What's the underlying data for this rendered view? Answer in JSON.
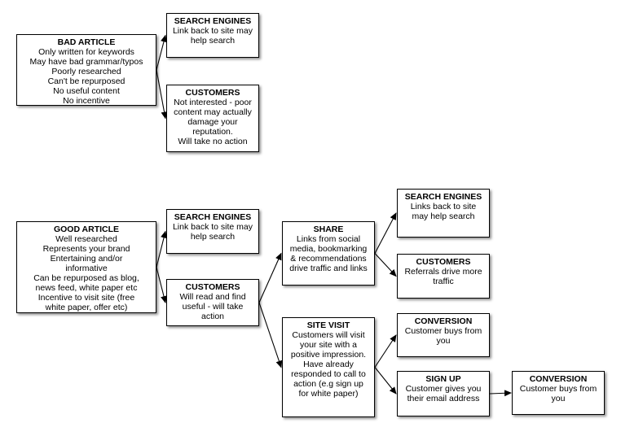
{
  "nodes": {
    "bad_article": {
      "title": "BAD ARTICLE",
      "lines": "Only written for keywords\nMay have bad grammar/typos\nPoorly researched\nCan't be repurposed\nNo useful content\nNo incentive"
    },
    "bad_search_engines": {
      "title": "SEARCH ENGINES",
      "lines": "Link back to site may\nhelp search"
    },
    "bad_customers": {
      "title": "CUSTOMERS",
      "lines": "Not interested - poor\ncontent may actually\ndamage your\nreputation.\nWill take no action"
    },
    "good_article": {
      "title": "GOOD ARTICLE",
      "lines": "Well researched\nRepresents your brand\nEntertaining and/or\ninformative\nCan be repurposed as blog,\nnews feed, white paper etc\nIncentive to visit site (free\nwhite paper, offer etc)"
    },
    "good_search_engines": {
      "title": "SEARCH ENGINES",
      "lines": "Link back to site may\nhelp search"
    },
    "good_customers": {
      "title": "CUSTOMERS",
      "lines": "Will read and find\nuseful - will take\naction"
    },
    "share": {
      "title": "SHARE",
      "lines": "Links from social\nmedia, bookmarking\n& recommendations\ndrive traffic and links"
    },
    "site_visit": {
      "title": "SITE VISIT",
      "lines": "Customers will visit\nyour site with a\npositive impression.\nHave already\nresponded to call to\naction (e.g sign up\nfor white paper)"
    },
    "share_search_engines": {
      "title": "SEARCH ENGINES",
      "lines": "Links back to site\nmay help search"
    },
    "share_customers": {
      "title": "CUSTOMERS",
      "lines": "Referrals drive more\ntraffic"
    },
    "conversion_1": {
      "title": "CONVERSION",
      "lines": "Customer buys from\nyou"
    },
    "sign_up": {
      "title": "SIGN UP",
      "lines": "Customer gives you\ntheir email address"
    },
    "conversion_2": {
      "title": "CONVERSION",
      "lines": "Customer buys from\nyou"
    }
  },
  "edges": [
    {
      "from": "bad_article",
      "to": "bad_search_engines"
    },
    {
      "from": "bad_article",
      "to": "bad_customers"
    },
    {
      "from": "good_article",
      "to": "good_search_engines"
    },
    {
      "from": "good_article",
      "to": "good_customers"
    },
    {
      "from": "good_customers",
      "to": "share"
    },
    {
      "from": "good_customers",
      "to": "site_visit"
    },
    {
      "from": "share",
      "to": "share_search_engines"
    },
    {
      "from": "share",
      "to": "share_customers"
    },
    {
      "from": "site_visit",
      "to": "conversion_1"
    },
    {
      "from": "site_visit",
      "to": "sign_up"
    },
    {
      "from": "sign_up",
      "to": "conversion_2"
    }
  ]
}
